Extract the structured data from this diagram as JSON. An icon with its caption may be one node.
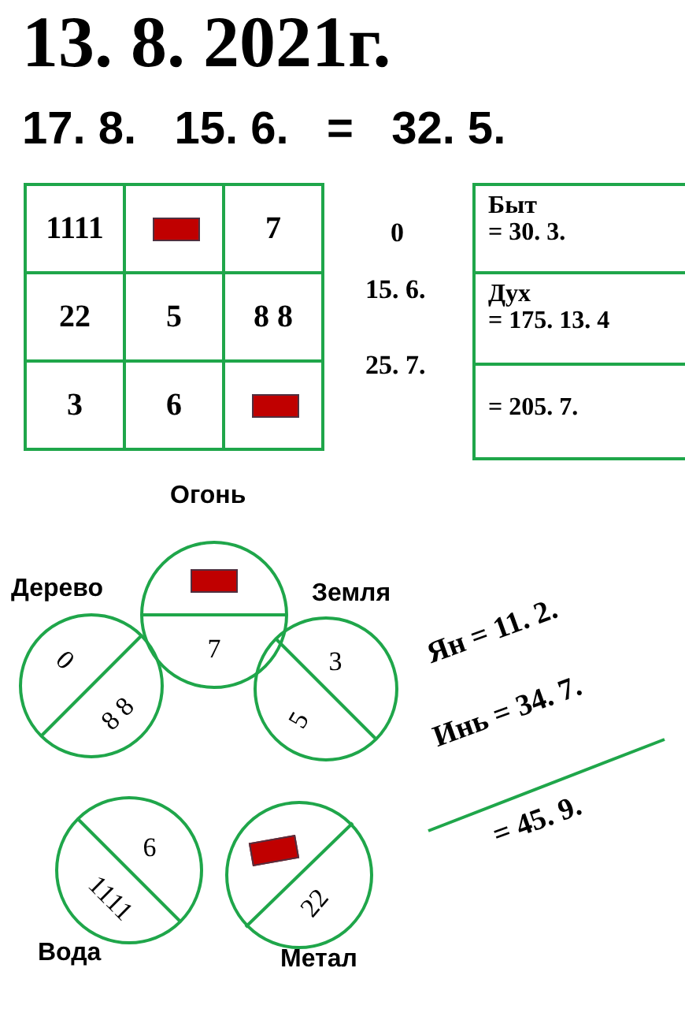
{
  "diagram": {
    "title": "13. 8. 2021г.",
    "nodes": [
      {
        "text": [
          "Быт",
          "= 30. 3."
        ]
      },
      {
        "text": [
          "Дух",
          "= 175. 13. 4"
        ]
      },
      {
        "text": [
          "= 205. 7."
        ]
      },
      {
        "text": [
          "7"
        ],
        "beside": [
          "Огонь"
        ]
      },
      {
        "text": [
          "0",
          "8 8"
        ],
        "beside": [
          "Дерево"
        ]
      },
      {
        "text": [
          "3",
          "5"
        ],
        "beside": [
          "Земля"
        ]
      },
      {
        "text": [
          "6",
          "1111"
        ],
        "beside": [
          "Вода"
        ]
      },
      {
        "text": [
          "22"
        ],
        "beside": [
          "Метал"
        ]
      }
    ],
    "edges": [],
    "labels": [
      "17. 8.   15. 6.   =   32. 5.",
      "1111",
      "7",
      "22",
      "5",
      "8 8",
      "3",
      "6",
      "0",
      "15. 6.",
      "25. 7.",
      "Ян = 11. 2.",
      "Инь = 34. 7.",
      "= 45. 9."
    ]
  }
}
